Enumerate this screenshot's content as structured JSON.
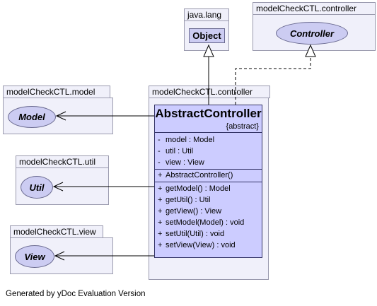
{
  "packages": {
    "java_lang": {
      "name": "java.lang",
      "classes": {
        "object": "Object"
      }
    },
    "controller_top": {
      "name": "modelCheckCTL.controller",
      "classes": {
        "controller": "Controller"
      }
    },
    "model": {
      "name": "modelCheckCTL.model",
      "classes": {
        "model": "Model"
      }
    },
    "controller_main": {
      "name": "modelCheckCTL.controller"
    },
    "util": {
      "name": "modelCheckCTL.util",
      "classes": {
        "util": "Util"
      }
    },
    "view": {
      "name": "modelCheckCTL.view",
      "classes": {
        "view": "View"
      }
    }
  },
  "abstract_controller": {
    "name": "AbstractController",
    "stereotype": "{abstract}",
    "fields": [
      {
        "vis": "-",
        "text": "model : Model"
      },
      {
        "vis": "-",
        "text": "util : Util"
      },
      {
        "vis": "-",
        "text": "view : View"
      }
    ],
    "constructors": [
      {
        "vis": "+",
        "text": "AbstractController()"
      }
    ],
    "methods": [
      {
        "vis": "+",
        "text": "getModel() : Model"
      },
      {
        "vis": "+",
        "text": "getUtil() : Util"
      },
      {
        "vis": "+",
        "text": "getView() : View"
      },
      {
        "vis": "+",
        "text": "setModel(Model) : void"
      },
      {
        "vis": "+",
        "text": "setUtil(Util) : void"
      },
      {
        "vis": "+",
        "text": "setView(View) : void"
      }
    ]
  },
  "footer": "Generated by yDoc Evaluation Version"
}
